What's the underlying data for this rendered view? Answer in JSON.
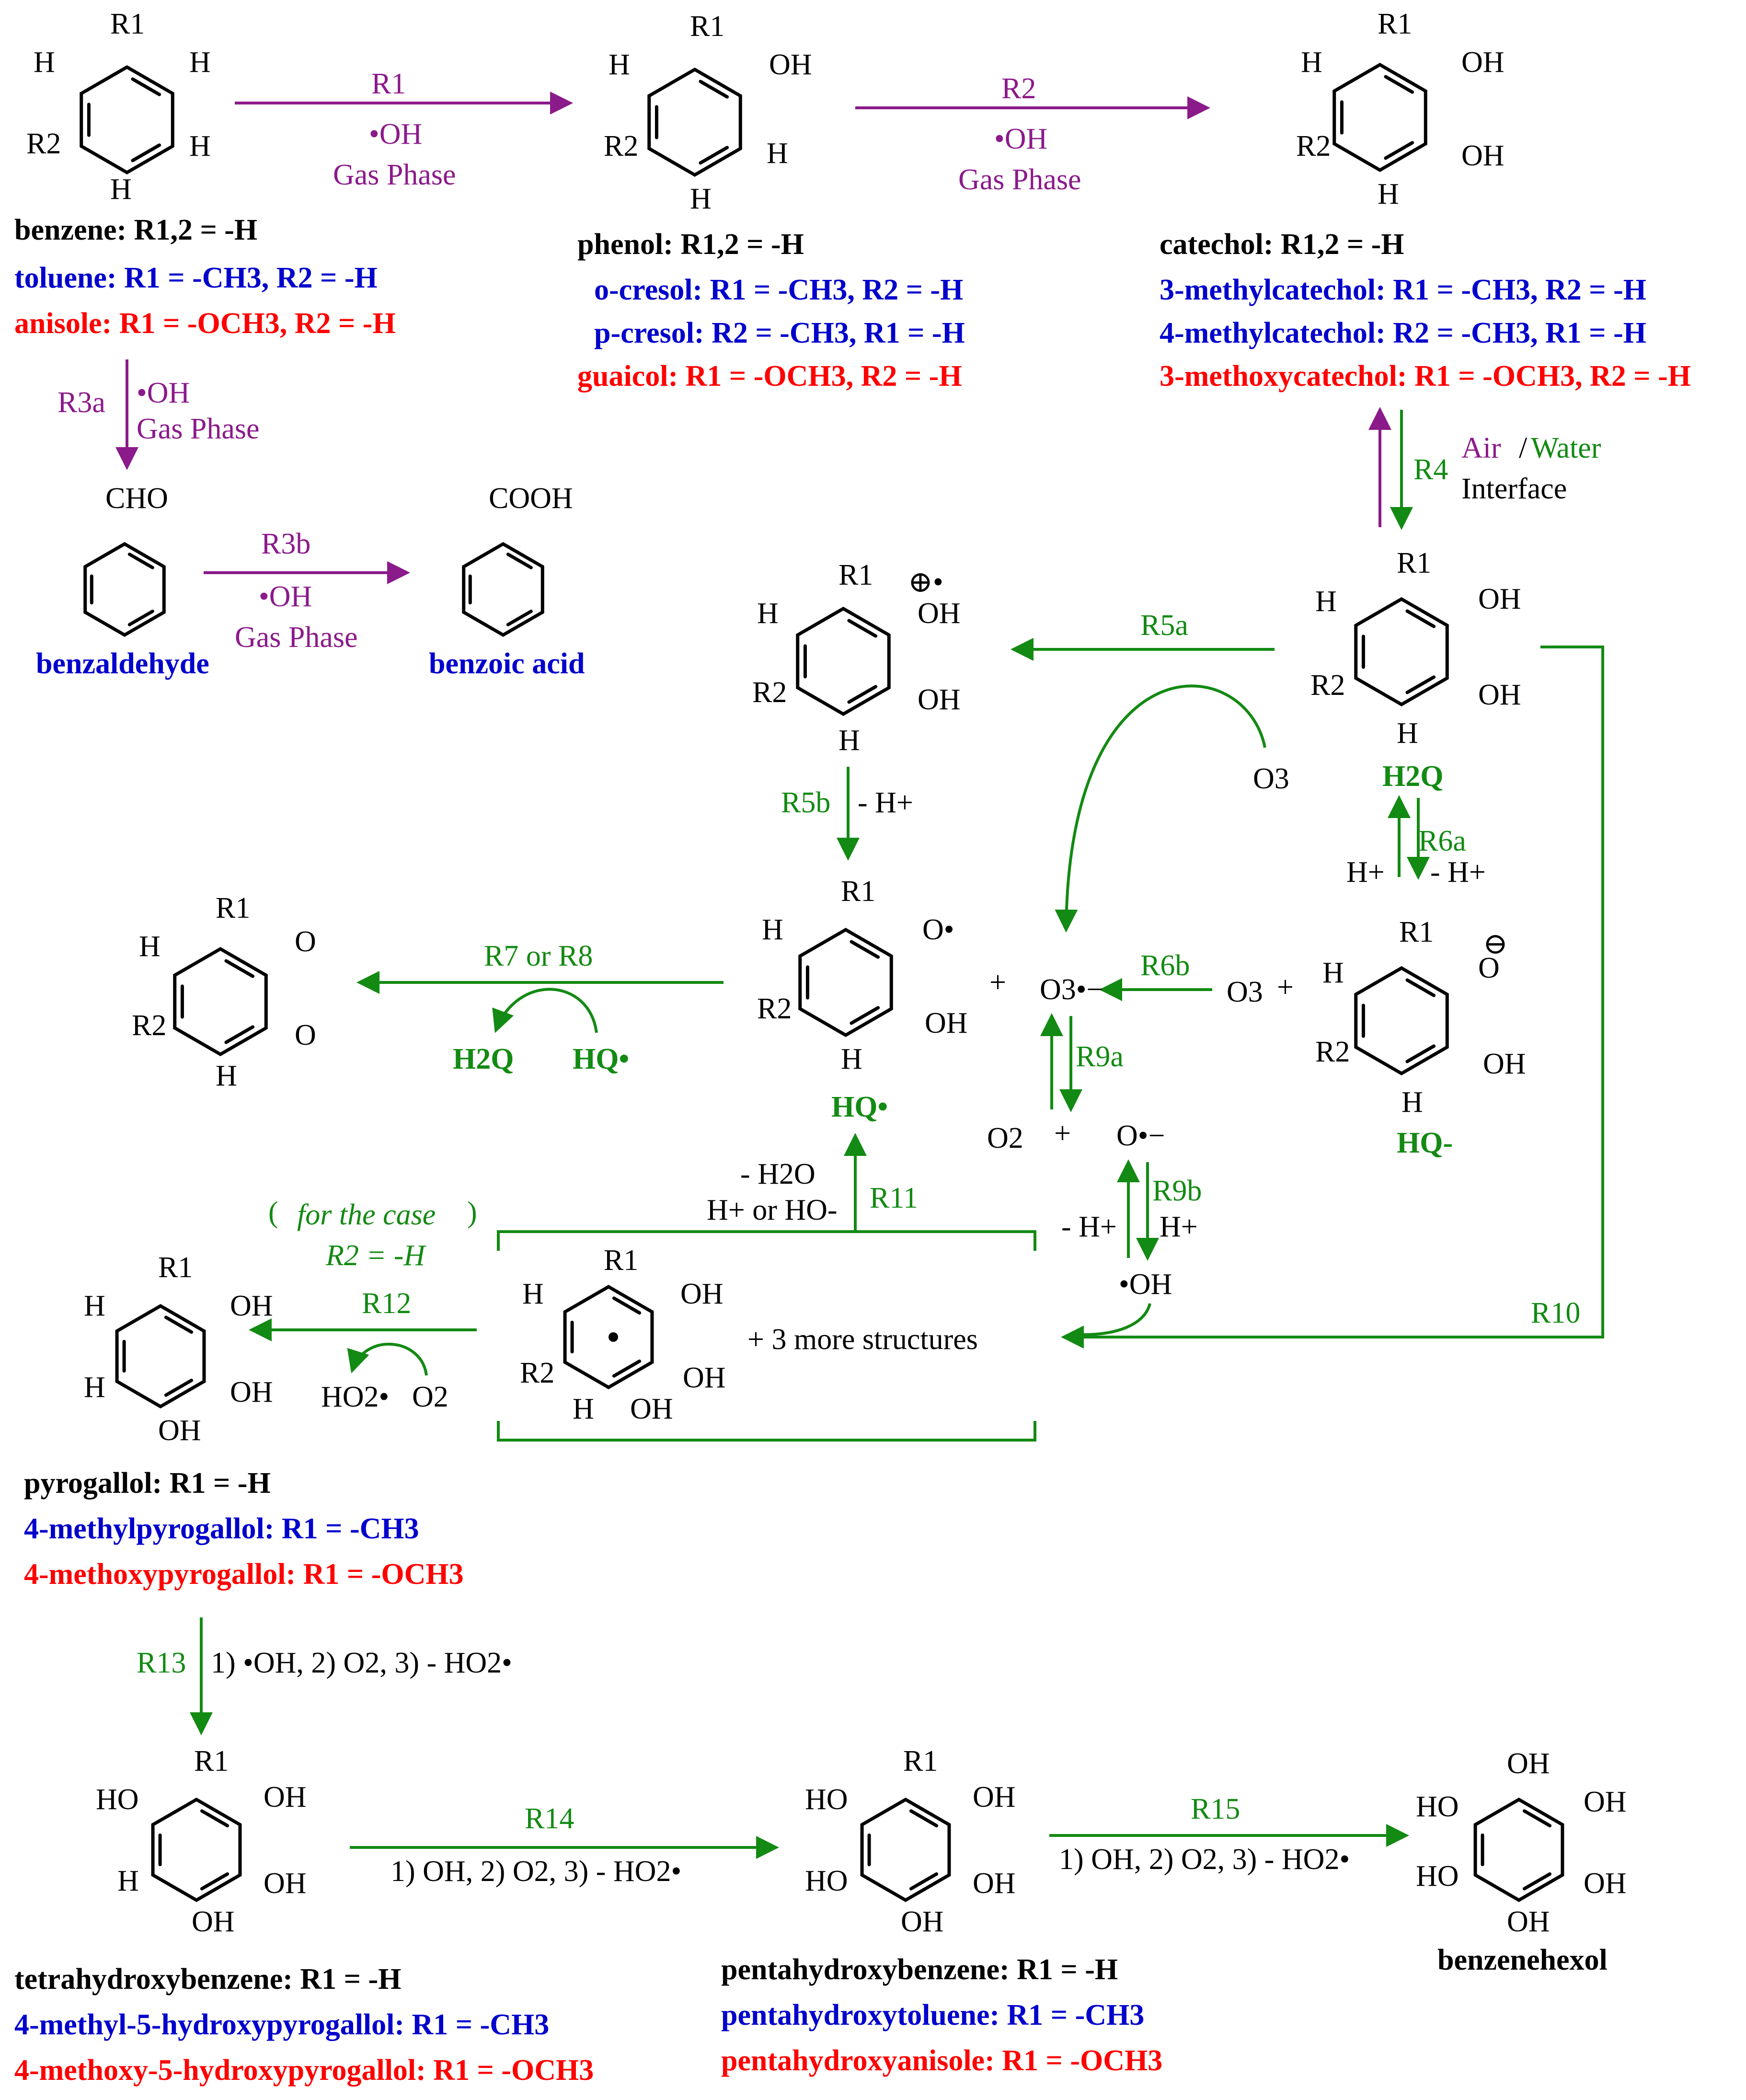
{
  "colors": {
    "purple": "#8b1a8b",
    "green": "#138a13",
    "red": "#ff0000",
    "blue": "#0000cc",
    "black": "#000000"
  },
  "atoms": {
    "R1": "R1",
    "R2": "R2",
    "H": "H",
    "OH": "OH",
    "HO": "HO",
    "O": "O",
    "CHO": "CHO",
    "COOH": "COOH",
    "O_radical_minus": "O•−",
    "O3_radical_minus": "O3•−",
    "plus_radical": "⊕•",
    "minus_circle": "⊖",
    "O2": "O2",
    "O3": "O3"
  },
  "labels": {
    "benzene": [
      "benzene: R1,2 = -H",
      "toluene: R1 = -CH3, R2 = -H",
      "anisole: R1 = -OCH3, R2 = -H"
    ],
    "phenol": [
      "phenol: R1,2 = -H",
      "o-cresol: R1 = -CH3, R2 = -H",
      "p-cresol: R2 = -CH3, R1 = -H",
      "guaicol: R1 = -OCH3, R2 = -H"
    ],
    "catechol": [
      "catechol: R1,2 = -H",
      "3-methylcatechol: R1 = -CH3, R2 = -H",
      "4-methylcatechol: R2 = -CH3, R1 = -H",
      "3-methoxycatechol: R1 = -OCH3, R2 = -H"
    ],
    "benzaldehyde": "benzaldehyde",
    "benzoic_acid": "benzoic acid",
    "H2Q": "H2Q",
    "HQ_anion": "HQ-",
    "HQ_radical": "HQ•",
    "pyrogallol": [
      "pyrogallol: R1 = -H",
      "4-methylpyrogallol: R1 = -CH3",
      "4-methoxypyrogallol: R1 = -OCH3"
    ],
    "tetra": [
      "tetrahydroxybenzene: R1 = -H",
      "4-methyl-5-hydroxypyrogallol: R1 = -CH3",
      "4-methoxy-5-hydroxypyrogallol: R1 = -OCH3"
    ],
    "penta": [
      "pentahydroxybenzene: R1 = -H",
      "pentahydroxytoluene: R1 = -CH3",
      "pentahydroxyanisole: R1 = -OCH3"
    ],
    "benzenehexol": "benzenehexol",
    "more_structures": "+ 3 more structures",
    "case_note": [
      "for the case",
      "R2 = -H"
    ]
  },
  "reactions": {
    "R1": {
      "name": "R1",
      "reagent": "•OH",
      "condition": "Gas Phase"
    },
    "R2": {
      "name": "R2",
      "reagent": "•OH",
      "condition": "Gas Phase"
    },
    "R3a": {
      "name": "R3a",
      "reagent": "•OH",
      "condition": "Gas Phase"
    },
    "R3b": {
      "name": "R3b",
      "reagent": "•OH",
      "condition": "Gas Phase"
    },
    "R4": {
      "name": "R4",
      "interface_a": "Air",
      "interface_b": "Water",
      "interface_c": "Interface"
    },
    "R5a": {
      "name": "R5a",
      "reagent": "O3"
    },
    "R5b": {
      "name": "R5b",
      "reagent": "- H+"
    },
    "R6a": {
      "name": "R6a",
      "left": "H+",
      "right": "- H+"
    },
    "R6b": {
      "name": "R6b"
    },
    "R7R8": {
      "name": "R7 or R8",
      "product": "H2Q",
      "reagent": "HQ•"
    },
    "R9a": {
      "name": "R9a"
    },
    "R9b": {
      "name": "R9b",
      "left": "- H+",
      "right": "H+"
    },
    "R10": {
      "name": "R10"
    },
    "R11": {
      "name": "R11",
      "line1": "- H2O",
      "line2": "H+ or HO-"
    },
    "R12": {
      "name": "R12",
      "product": "HO2•",
      "reagent": "O2"
    },
    "R13": {
      "name": "R13",
      "steps": "1) •OH, 2) O2, 3) - HO2•"
    },
    "R14": {
      "name": "R14",
      "steps": "1) OH, 2) O2, 3) - HO2•"
    },
    "R15": {
      "name": "R15",
      "steps": "1) OH, 2) O2, 3) - HO2•"
    }
  },
  "species": {
    "plus": "+",
    "O2": "O2",
    "O3": "O3",
    "OH_radical": "•OH"
  }
}
